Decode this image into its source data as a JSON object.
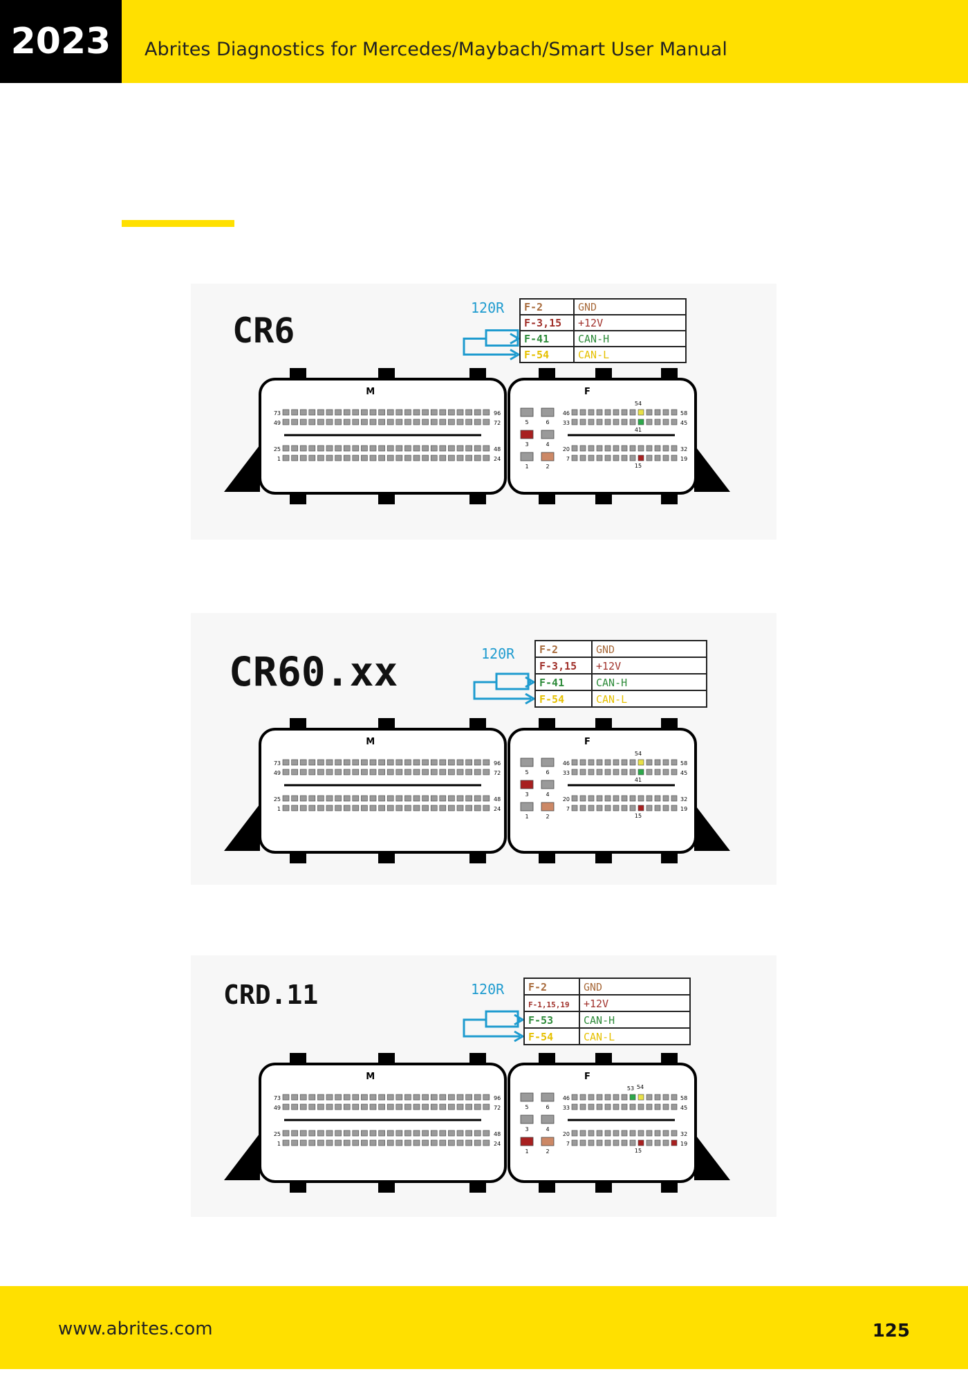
{
  "header": {
    "year": "2023",
    "title": "Abrites Diagnostics for Mercedes/Maybach/Smart User Manual"
  },
  "colors": {
    "accent": "#ffe000",
    "resistor": "#1e9bcf",
    "gnd": "#a86b3c",
    "plus12v": "#a0302a",
    "canh": "#2e8b3a",
    "canl": "#e6c000",
    "pin_gray": "#9a9a9a",
    "pin_red": "#a82020",
    "pin_orange": "#cc8866",
    "pin_green": "#2da84a",
    "pin_yellow": "#e8e048"
  },
  "diagrams": [
    {
      "name": "CR6",
      "resistor": "120R",
      "table": [
        {
          "pin": "F-2",
          "signal": "GND"
        },
        {
          "pin": "F-3,15",
          "signal": "+12V"
        },
        {
          "pin": "F-41",
          "signal": "CAN-H"
        },
        {
          "pin": "F-54",
          "signal": "CAN-L"
        }
      ],
      "connector": {
        "m_label": "M",
        "f_label": "F",
        "m_rows": [
          [
            "73",
            "96"
          ],
          [
            "49",
            "72"
          ],
          [
            "25",
            "48"
          ],
          [
            "1",
            "24"
          ]
        ],
        "f_rows": [
          [
            "46",
            "58"
          ],
          [
            "33",
            "45"
          ],
          [
            "20",
            "32"
          ],
          [
            "7",
            "19"
          ]
        ],
        "big_pins": [
          "5",
          "6",
          "3",
          "4",
          "1",
          "2"
        ],
        "callouts": [
          "54",
          "41",
          "15"
        ]
      }
    },
    {
      "name": "CR60.xx",
      "resistor": "120R",
      "table": [
        {
          "pin": "F-2",
          "signal": "GND"
        },
        {
          "pin": "F-3,15",
          "signal": "+12V"
        },
        {
          "pin": "F-41",
          "signal": "CAN-H"
        },
        {
          "pin": "F-54",
          "signal": "CAN-L"
        }
      ],
      "connector": {
        "m_label": "M",
        "f_label": "F",
        "m_rows": [
          [
            "73",
            "96"
          ],
          [
            "49",
            "72"
          ],
          [
            "25",
            "48"
          ],
          [
            "1",
            "24"
          ]
        ],
        "f_rows": [
          [
            "46",
            "58"
          ],
          [
            "33",
            "45"
          ],
          [
            "20",
            "32"
          ],
          [
            "7",
            "19"
          ]
        ],
        "big_pins": [
          "5",
          "6",
          "3",
          "4",
          "1",
          "2"
        ],
        "callouts": [
          "54",
          "41",
          "15"
        ]
      }
    },
    {
      "name": "CRD.11",
      "resistor": "120R",
      "table": [
        {
          "pin": "F-2",
          "signal": "GND"
        },
        {
          "pin": "F-1,15,19",
          "signal": "+12V"
        },
        {
          "pin": "F-53",
          "signal": "CAN-H"
        },
        {
          "pin": "F-54",
          "signal": "CAN-L"
        }
      ],
      "connector": {
        "m_label": "M",
        "f_label": "F",
        "m_rows": [
          [
            "73",
            "96"
          ],
          [
            "49",
            "72"
          ],
          [
            "25",
            "48"
          ],
          [
            "1",
            "24"
          ]
        ],
        "f_rows": [
          [
            "46",
            "58"
          ],
          [
            "33",
            "45"
          ],
          [
            "20",
            "32"
          ],
          [
            "7",
            "19"
          ]
        ],
        "big_pins": [
          "5",
          "6",
          "3",
          "4",
          "1",
          "2"
        ],
        "callouts": [
          "53",
          "54",
          "15"
        ]
      }
    }
  ],
  "footer": {
    "url": "www.abrites.com",
    "page": "125"
  }
}
